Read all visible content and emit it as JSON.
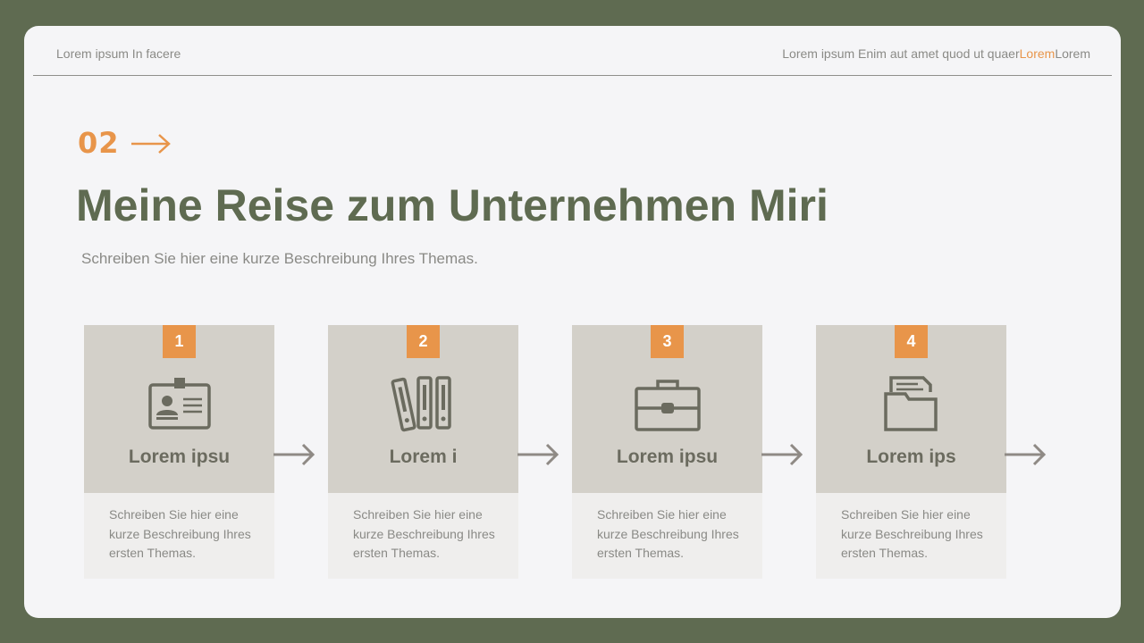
{
  "header": {
    "left": "Lorem ipsum In facere",
    "right_prefix": "Lorem ipsum Enim aut amet quod ut quaer",
    "right_accent": "Lorem",
    "right_suffix": "Lorem"
  },
  "section": {
    "number": "02"
  },
  "title": "Meine Reise zum Unternehmen Miri",
  "subtitle": "Schreiben Sie hier eine kurze Beschreibung Ihres Themas.",
  "colors": {
    "accent": "#e8954a",
    "primary": "#5f6b51",
    "card_top": "#d3d0c9",
    "card_bottom": "#efeeed"
  },
  "steps": [
    {
      "number": "1",
      "title": "Lorem ipsu",
      "icon": "id-card-icon",
      "desc": "Schreiben Sie hier eine kurze Beschreibung Ihres ersten Themas."
    },
    {
      "number": "2",
      "title": "Lorem i",
      "icon": "binders-icon",
      "desc": "Schreiben Sie hier eine kurze Beschreibung Ihres ersten Themas."
    },
    {
      "number": "3",
      "title": "Lorem ipsu",
      "icon": "briefcase-icon",
      "desc": "Schreiben Sie hier eine kurze Beschreibung Ihres ersten Themas."
    },
    {
      "number": "4",
      "title": "Lorem ips",
      "icon": "folder-document-icon",
      "desc": "Schreiben Sie hier eine kurze Beschreibung Ihres ersten Themas."
    }
  ]
}
